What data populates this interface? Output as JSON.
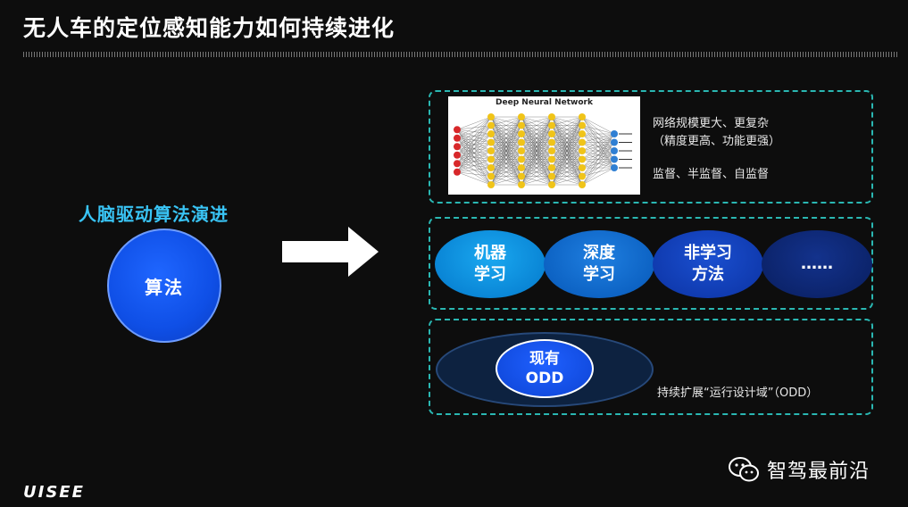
{
  "header": {
    "title": "无人车的定位感知能力如何持续进化"
  },
  "left": {
    "label": "人脑驱动算法演进",
    "circle_text": "算法"
  },
  "network": {
    "image_title": "Deep Neural Network",
    "features": [
      "网络规模更大、更复杂",
      "（精度更高、功能更强）",
      "监督、半监督、自监督"
    ]
  },
  "methods": [
    {
      "line1": "机器",
      "line2": "学习"
    },
    {
      "line1": "深度",
      "line2": "学习"
    },
    {
      "line1": "非学习",
      "line2": "方法"
    },
    {
      "line1": "……",
      "line2": ""
    }
  ],
  "odd": {
    "line1": "现有",
    "line2": "ODD",
    "caption": "持续扩展“运行设计域”（ODD）"
  },
  "footer": {
    "logo": "UISEE",
    "wechat_name": "智驾最前沿"
  },
  "colors": {
    "accent_cyan": "#39c4f5",
    "dashed_border": "#2ab7b2",
    "algo_blue": "#0f4fe6"
  },
  "icons": {
    "arrow": "right-arrow-icon",
    "wechat": "wechat-icon"
  }
}
